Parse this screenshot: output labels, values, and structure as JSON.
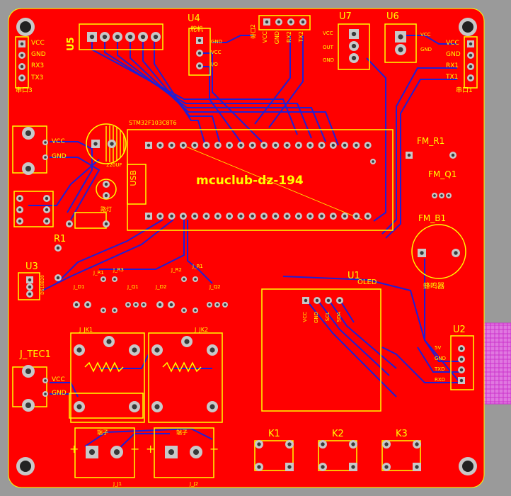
{
  "board": {
    "title": "mcuclub-dz-194",
    "mcu_label": "STM32F103C8T6",
    "usb_label": "USB",
    "colors": {
      "copper": "#ff0000",
      "silk": "#ffff00",
      "trace": "#1f1fd6",
      "pad": "#c8c8c8",
      "outside": "#9a9a9a",
      "keepout": "#cc33cc"
    }
  },
  "components": {
    "u5": "U5",
    "u4": "U4",
    "u4_sub": "舵机",
    "u4_pins": [
      "GND",
      "VCC",
      "I/O"
    ],
    "u7": "U7",
    "u7_pins": [
      "VCC",
      "OUT",
      "GND"
    ],
    "u6": "U6",
    "u6_pins": [
      "VCC",
      "GND"
    ],
    "u3": "U3",
    "u3_sub": "DS18B20",
    "u1": "U1",
    "u1_sub": "OLED",
    "oled_pins": [
      "VCC",
      "GND",
      "SCL",
      "SDA"
    ],
    "u2": "U2",
    "u2_pins": [
      "5V",
      "GND",
      "TXD",
      "RXD"
    ],
    "r1": "R1",
    "fm_r1": "FM_R1",
    "fm_q1": "FM_Q1",
    "fm_b1": "FM_B1",
    "fm_b1_sub": "蜂鸣器",
    "j_tec1": "J_TEC1",
    "jk1": "J_JK1",
    "jk2": "J_JK2",
    "k1": "K1",
    "k2": "K2",
    "k3": "K3",
    "j_d1": "J_D1",
    "j_d2": "J_D2",
    "j_q1": "J_Q1",
    "j_q2": "J_Q2",
    "j_r1a": "J_R1",
    "j_r3": "J_R3",
    "j_r2": "J_R2",
    "j_r1b": "J_R1",
    "j_j1": "J_J1",
    "j_j2": "J_J2",
    "terminal": "端子",
    "cap_label": "220UF",
    "lamp_label": "路灯",
    "plus": "+",
    "minus": "−"
  },
  "headers": {
    "left_top": [
      "VCC",
      "GND",
      "RX3",
      "TX3"
    ],
    "left_top_sub": "串口3",
    "right_top": [
      "VCC",
      "GND",
      "RX1",
      "TX1"
    ],
    "right_top_sub": "串口1",
    "top_mid": [
      "VCC",
      "GND",
      "RX2",
      "TX2"
    ],
    "top_mid_sub": "串口2",
    "left_power": [
      "VCC",
      "GND"
    ],
    "tec_power": [
      "VCC",
      "GND"
    ]
  }
}
